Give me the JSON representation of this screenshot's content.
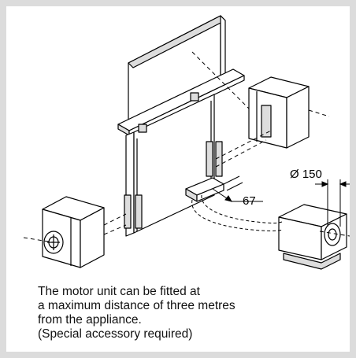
{
  "figure": {
    "dimension_diameter": "Ø 150",
    "dimension_offset": "67",
    "caption": [
      "The motor unit can be fitted at",
      "a maximum distance of three metres",
      "from the appliance.",
      "(Special accessory required)"
    ]
  },
  "colors": {
    "frame": "#dcdcdc",
    "background": "#ffffff",
    "line": "#000000",
    "shading": "#dddddd"
  }
}
